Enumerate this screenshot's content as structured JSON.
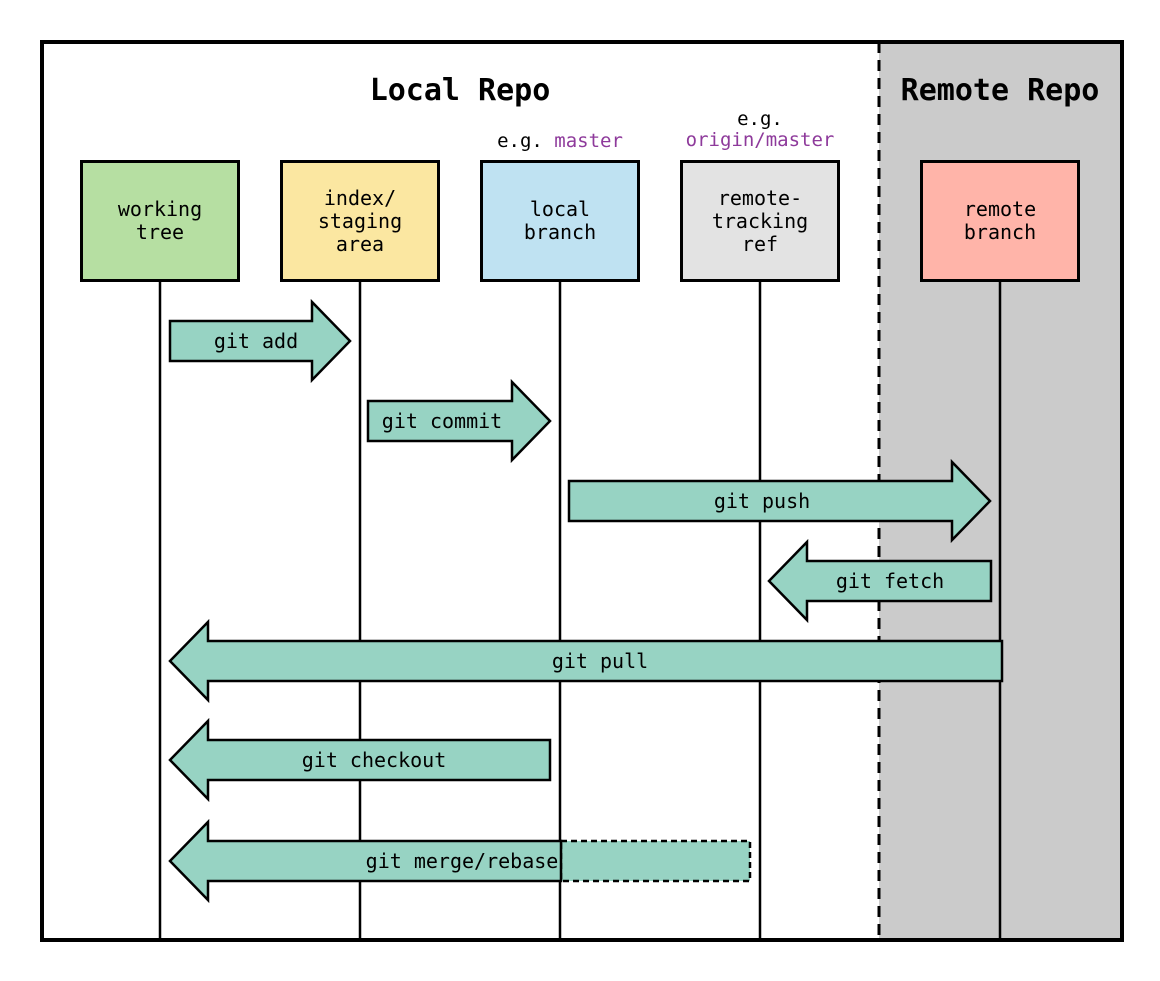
{
  "titles": {
    "local": "Local Repo",
    "remote": "Remote Repo"
  },
  "boxes": [
    {
      "id": "working-tree",
      "label": "working\ntree",
      "fill": "#b6dfa2"
    },
    {
      "id": "index-staging",
      "label": "index/\nstaging\narea",
      "fill": "#fbe7a1"
    },
    {
      "id": "local-branch",
      "label": "local\nbranch",
      "fill": "#bfe2f2"
    },
    {
      "id": "remote-tracking",
      "label": "remote-\ntracking\nref",
      "fill": "#e3e3e3"
    },
    {
      "id": "remote-branch",
      "label": "remote\nbranch",
      "fill": "#ffb4a9"
    }
  ],
  "eg_labels": {
    "local_prefix": "e.g. ",
    "local_name": "master",
    "remote_prefix": "e.g.",
    "remote_name": "origin/master",
    "name_color": "#8e3a9b"
  },
  "arrows": [
    {
      "label": "git add",
      "direction": "right",
      "from": "working tree",
      "to": "index/staging area"
    },
    {
      "label": "git commit",
      "direction": "right",
      "from": "index/staging area",
      "to": "local branch"
    },
    {
      "label": "git push",
      "direction": "right",
      "from": "local branch",
      "to": "remote branch"
    },
    {
      "label": "git fetch",
      "direction": "left",
      "from": "remote branch",
      "to": "remote-tracking ref"
    },
    {
      "label": "git pull",
      "direction": "left",
      "from": "remote branch",
      "to": "working tree"
    },
    {
      "label": "git checkout",
      "direction": "left",
      "from": "local branch",
      "to": "working tree"
    },
    {
      "label": "git merge/rebase",
      "direction": "left",
      "from": "remote-tracking ref",
      "to": "working tree",
      "tail_style": "dashed"
    }
  ],
  "colors": {
    "arrow_fill": "#97d3c3",
    "remote_area_fill": "#cbcbcb",
    "outline": "#000000",
    "background": "#ffffff"
  }
}
